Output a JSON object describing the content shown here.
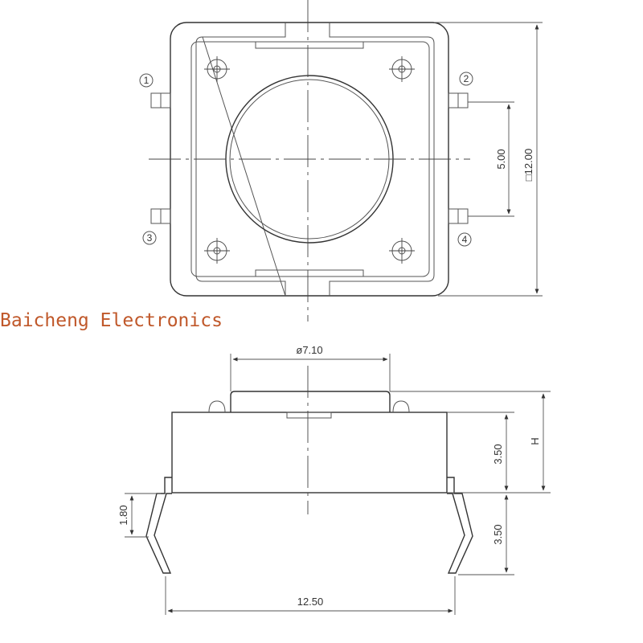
{
  "watermark": "Baicheng Electronics",
  "top_view": {
    "pins": [
      "1",
      "2",
      "3",
      "4"
    ],
    "dim_pin_pitch": "5.00",
    "dim_body": "□12.00"
  },
  "side_view": {
    "dim_cap_diameter": "ø7.10",
    "dim_body_height": "3.50",
    "dim_total_height": "H",
    "dim_lead_length": "3.50",
    "dim_lead_bend": "1.80",
    "dim_lead_span": "12.50"
  },
  "colors": {
    "line": "#333333",
    "watermark": "#c0582a"
  }
}
